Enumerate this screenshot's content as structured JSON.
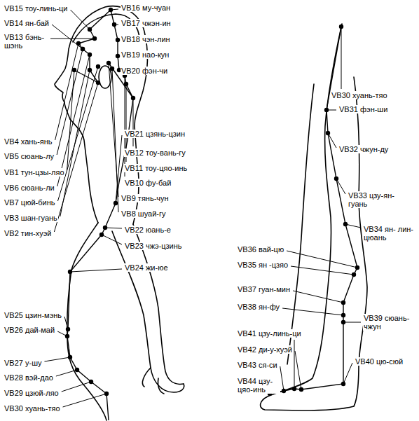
{
  "diagram": {
    "labels": [
      "VB15 тоу-линь-ци",
      "VB14 ян-бай",
      "VB13 бэнь- шэнь",
      "VB16 му-чуан",
      "VB17 чжэн-ин",
      "VB18 чэн-лин",
      "VB19 нао-кун",
      "VB20 фэн-чи",
      "VB4 хань-янь",
      "VB5 сюань-лу",
      "VB1 тун-цзы-ляо",
      "VB6 сюань-ли",
      "VB7 цюй-бинь",
      "VB3 шан-гуань",
      "VB2 тин-хуэй",
      "VB21 цзянь-цзин",
      "VB12 тоу-вань-гу",
      "VB11 тоу-цяо-инь",
      "VB10 фу-бай",
      "VB9 тянь-чун",
      "VB8 шуай-гу",
      "VB22 юань-е",
      "VB23 чжэ-цзинь",
      "VB24 жи-юе",
      "VB25 цзин-мэнь",
      "VB26 дай-май",
      "VB27 у-шу",
      "VB28 вэй-дао",
      "VB29 цзюй-ляо",
      "VB30 хуань-тяо",
      "VB30 хуань-тяо",
      "VB31 фэн-ши",
      "VB32 чжун-ду",
      "VB33 цзу-ян- гуань",
      "VB34 ян- лин-цюань",
      "VB36 вай-цю",
      "VB35 ян -цзяо",
      "VB37 гуан-мин",
      "VB38 ян-фу",
      "VB41 цзу-линь-ци",
      "VB39 сюань- чжун",
      "VB42 ди-у-хуэй",
      "VB43 ся-си",
      "VB44 цзу- цяо-инь",
      "VB40 цю-сюй"
    ]
  }
}
